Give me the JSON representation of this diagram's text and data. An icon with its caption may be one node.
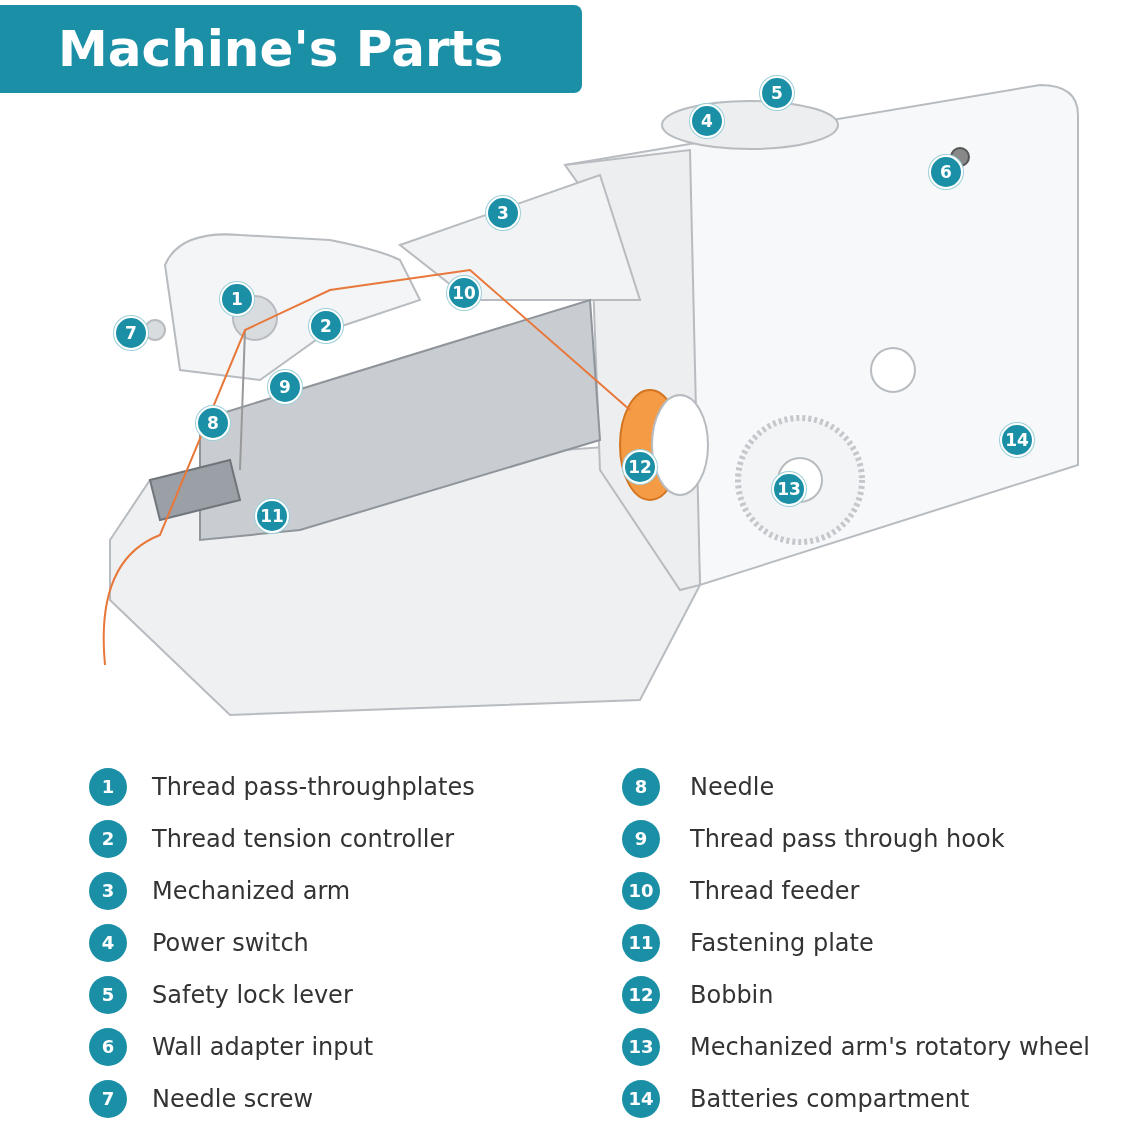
{
  "diagram": {
    "title": "Machine's Parts",
    "labels": [
      "1",
      "2",
      "3",
      "4",
      "5",
      "6",
      "7",
      "8",
      "9",
      "10",
      "11",
      "12",
      "13",
      "14",
      "1",
      "Thread pass-throughplates",
      "2",
      "Thread tension controller",
      "3",
      "Mechanized arm",
      "4",
      "Power switch",
      "5",
      "Safety lock lever",
      "6",
      "Wall adapter input",
      "7",
      "Needle screw",
      "8",
      "Needle",
      "9",
      "Thread pass through hook",
      "10",
      "Thread feeder",
      "11",
      "Fastening plate",
      "12",
      "Bobbin",
      "13",
      "Mechanized arm's rotatory wheel",
      "14",
      "Batteries compartment"
    ]
  }
}
